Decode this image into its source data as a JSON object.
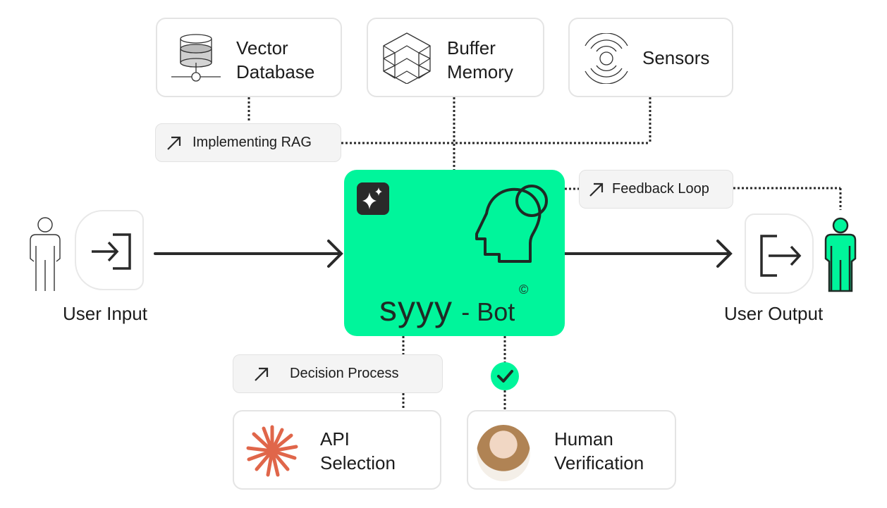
{
  "diagram": {
    "title": "syyy - Bot",
    "center_node": {
      "brand": "syyy",
      "suffix": "- Bot",
      "mark": "©",
      "badge_icon": "sparkles-icon",
      "main_icon": "head-with-circle-icon",
      "fill_color": "#00f59b"
    },
    "top_nodes": [
      {
        "id": "vector-database",
        "label_line1": "Vector",
        "label_line2": "Database",
        "icon": "database-icon"
      },
      {
        "id": "buffer-memory",
        "label_line1": "Buffer",
        "label_line2": "Memory",
        "icon": "isometric-blocks-icon"
      },
      {
        "id": "sensors",
        "label_line1": "Sensors",
        "label_line2": "",
        "icon": "signal-waves-icon"
      }
    ],
    "edge_labels": {
      "implementing_rag": "Implementing RAG",
      "feedback_loop": "Feedback Loop",
      "decision_process": "Decision Process"
    },
    "input": {
      "label": "User Input",
      "icon": "login-icon",
      "person_icon": "person-outline-icon"
    },
    "output": {
      "label": "User Output",
      "icon": "logout-icon",
      "person_icon": "person-filled-icon",
      "person_color": "#00f59b"
    },
    "bottom_nodes": [
      {
        "id": "api-selection",
        "label_line1": "API",
        "label_line2": "Selection",
        "icon": "starburst-icon",
        "icon_color": "#e0664a"
      },
      {
        "id": "human-verification",
        "label_line1": "Human",
        "label_line2": "Verification",
        "icon": "avatar-photo",
        "status_icon": "checkmark-icon"
      }
    ],
    "colors": {
      "accent": "#00f59b",
      "line": "#2a2a2a",
      "card_border": "#e4e4e4",
      "pill_bg": "#f4f4f4"
    }
  }
}
